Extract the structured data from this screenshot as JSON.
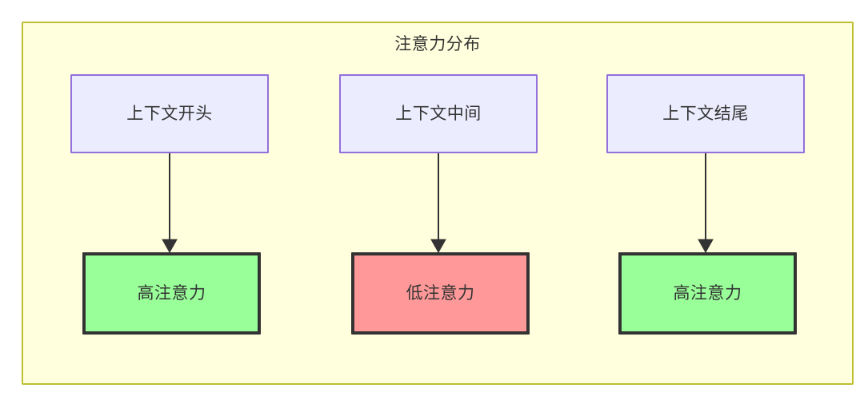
{
  "diagram": {
    "title": "注意力分布",
    "background_color": "#ffffdd",
    "border_color": "#bfbf33",
    "type": "flowchart",
    "direction": "top-down",
    "columns": [
      {
        "source": {
          "label": "上下文开头",
          "fill": "#ececff",
          "stroke": "#9370db"
        },
        "target": {
          "label": "高注意力",
          "fill": "#99ff99",
          "stroke": "#333333"
        }
      },
      {
        "source": {
          "label": "上下文中间",
          "fill": "#ececff",
          "stroke": "#9370db"
        },
        "target": {
          "label": "低注意力",
          "fill": "#ff9999",
          "stroke": "#333333"
        }
      },
      {
        "source": {
          "label": "上下文结尾",
          "fill": "#ececff",
          "stroke": "#9370db"
        },
        "target": {
          "label": "高注意力",
          "fill": "#99ff99",
          "stroke": "#333333"
        }
      }
    ],
    "edges": [
      {
        "from": "上下文开头",
        "to": "高注意力",
        "arrow": "down"
      },
      {
        "from": "上下文中间",
        "to": "低注意力",
        "arrow": "down"
      },
      {
        "from": "上下文结尾",
        "to": "高注意力",
        "arrow": "down"
      }
    ],
    "edge_color": "#333333"
  }
}
